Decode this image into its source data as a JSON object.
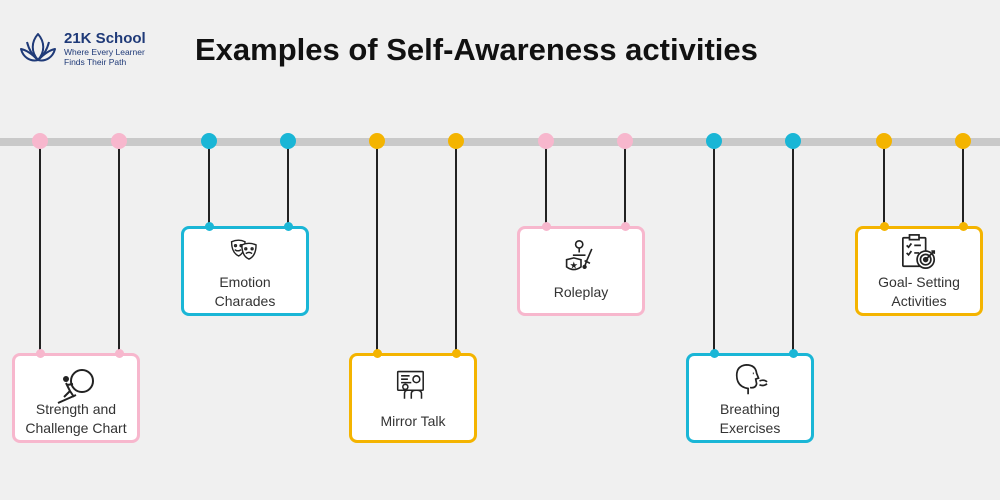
{
  "header": {
    "logo_name": "21K School",
    "logo_tagline": "Where Every Learner\nFinds Their Path",
    "title": "Examples of Self-Awareness activities"
  },
  "colors": {
    "pink": "#f7b7cd",
    "blue": "#1ab6d6",
    "yellow": "#f4b400",
    "rail": "#c9c9c9"
  },
  "cards": [
    {
      "label": "Strength and\nChallenge Chart",
      "icon": "climber-icon",
      "color": "pink"
    },
    {
      "label": "Emotion\nCharades",
      "icon": "theater-masks-icon",
      "color": "blue"
    },
    {
      "label": "Mirror Talk",
      "icon": "mirror-talk-icon",
      "color": "yellow"
    },
    {
      "label": "Roleplay",
      "icon": "roleplay-icon",
      "color": "pink"
    },
    {
      "label": "Breathing\nExercises",
      "icon": "breathing-icon",
      "color": "blue"
    },
    {
      "label": "Goal- Setting\nActivities",
      "icon": "goal-target-icon",
      "color": "yellow"
    }
  ]
}
